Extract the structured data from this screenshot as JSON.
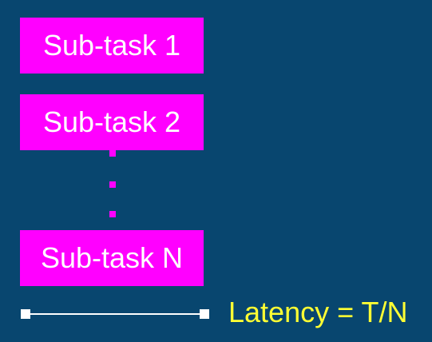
{
  "tasks": [
    {
      "label": "Sub-task 1"
    },
    {
      "label": "Sub-task 2"
    },
    {
      "label": "Sub-task N"
    }
  ],
  "latency": {
    "label": "Latency = T/N"
  },
  "colors": {
    "background": "#08466f",
    "task_fill": "#ff00ff",
    "task_text": "#ffffff",
    "latency_text": "#ffff33",
    "line": "#ffffff"
  }
}
